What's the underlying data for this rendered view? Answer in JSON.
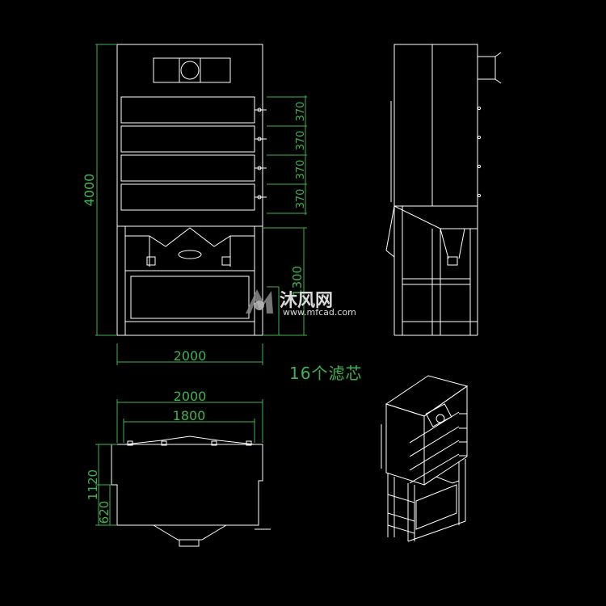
{
  "front_view": {
    "height_label": "4000",
    "width_label": "2000",
    "drawer_labels": [
      "370",
      "370",
      "370",
      "370"
    ],
    "lower_label": "1300"
  },
  "top_view": {
    "outer_width_label": "2000",
    "inner_width_label": "1800",
    "depth_label": "1120",
    "inner_depth_label": "620"
  },
  "caption": "16个滤芯",
  "watermark": {
    "title": "沐风网",
    "url": "www.mfcad.com"
  },
  "colors": {
    "background": "#000000",
    "line": "#ffffff",
    "dimension": "#3fb34f"
  }
}
